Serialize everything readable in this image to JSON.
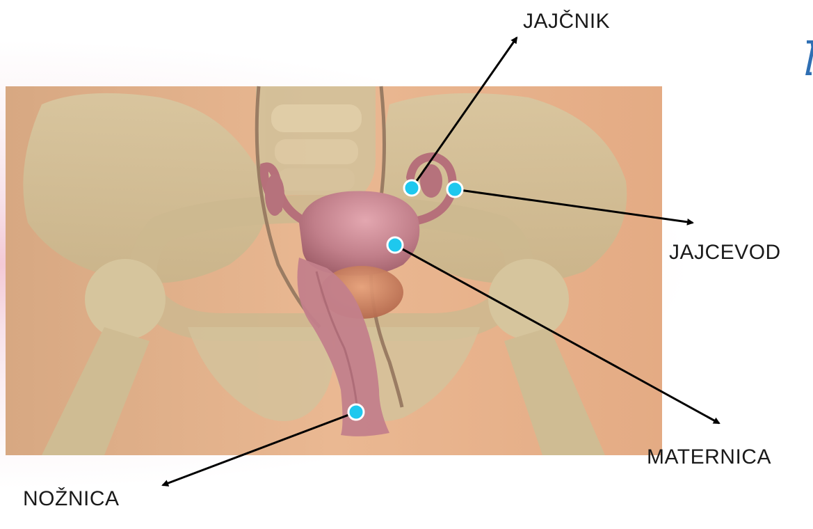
{
  "labels": {
    "ovary": "JAJČNIK",
    "fallopian_tube": "JAJCEVOD",
    "uterus": "MATERNICA",
    "vagina": "NOŽNICA"
  },
  "colors": {
    "marker_fill": "#1ec8ee",
    "marker_stroke": "#ffffff",
    "arrow": "#000000",
    "skin_background": "#e8b38c",
    "bone": "#d9c79f",
    "organ": "#c07a84",
    "accent_glyph": "#2f6fb3"
  }
}
